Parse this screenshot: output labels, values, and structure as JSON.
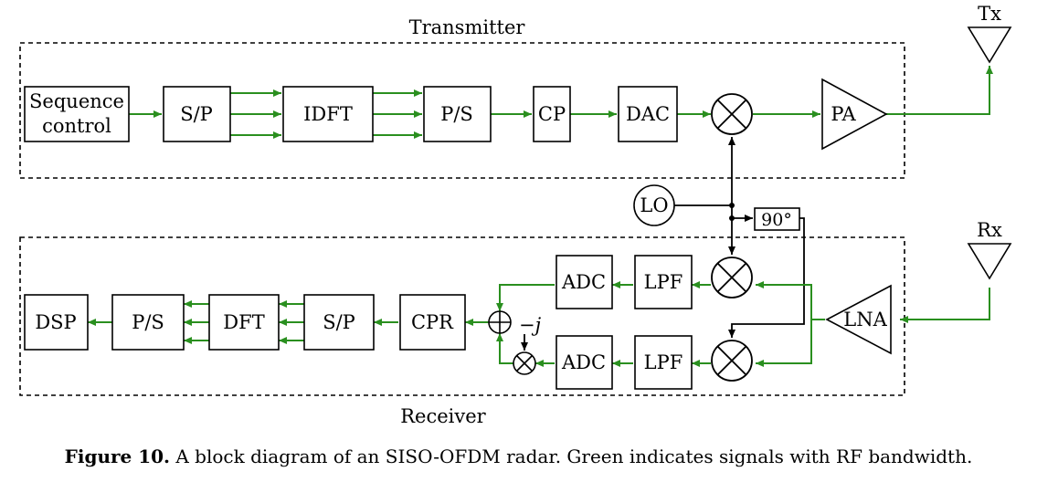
{
  "colors": {
    "rf_signal": "#2a8f1f",
    "line": "#000000"
  },
  "sections": {
    "transmitter": "Transmitter",
    "receiver": "Receiver"
  },
  "blocks": {
    "seq_line1": "Sequence",
    "seq_line2": "control",
    "tx_sp": "S/P",
    "tx_idft": "IDFT",
    "tx_ps": "P/S",
    "tx_cp": "CP",
    "tx_dac": "DAC",
    "tx_pa": "PA",
    "lo": "LO",
    "phase": "90°",
    "rx_adc_i": "ADC",
    "rx_lpf_i": "LPF",
    "rx_adc_q": "ADC",
    "rx_lpf_q": "LPF",
    "rx_cpr": "CPR",
    "rx_sp": "S/P",
    "rx_dft": "DFT",
    "rx_ps": "P/S",
    "rx_dsp": "DSP",
    "rx_lna": "LNA",
    "minus_j": "−j"
  },
  "antennas": {
    "tx": "Tx",
    "rx": "Rx"
  },
  "caption": {
    "label": "Figure 10.",
    "text": "A block diagram of an SISO-OFDM radar. Green indicates signals with RF bandwidth."
  }
}
